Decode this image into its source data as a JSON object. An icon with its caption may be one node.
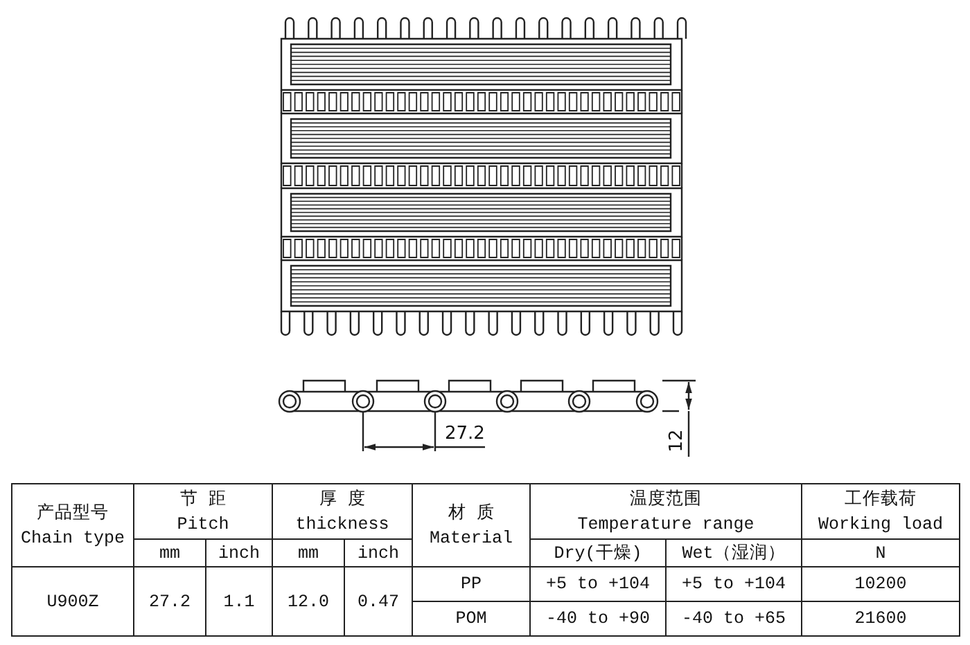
{
  "diagram": {
    "labels": [
      "27.2",
      "12",
      "产品型号",
      "Chain type",
      "节 距",
      "Pitch",
      "厚 度",
      "thickness",
      "材 质",
      "Material",
      "温度范围",
      "Temperature range",
      "工作载荷",
      "Working load",
      "mm",
      "inch",
      "mm",
      "inch",
      "Dry(干燥)",
      "Wet（湿润）",
      "N",
      "U900Z",
      "27.2",
      "1.1",
      "12.0",
      "0.47",
      "PP",
      "+5 to +104",
      "+5 to +104",
      "10200",
      "POM",
      "-40 to +90",
      "-40 to +65",
      "21600"
    ]
  }
}
